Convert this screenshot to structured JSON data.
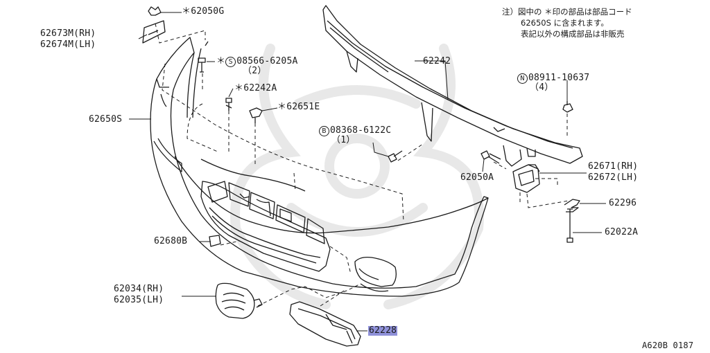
{
  "note": {
    "lines": [
      "注）図中の ＊印の部品は部品コード",
      "62650S に含まれます。",
      "表記以外の構成部品は非販売"
    ]
  },
  "labels": [
    {
      "id": "p62050g",
      "text": "＊62050G"
    },
    {
      "id": "p62673m",
      "text": "62673M(RH)"
    },
    {
      "id": "p62674m",
      "text": "62674M(LH)"
    },
    {
      "id": "p08566",
      "prefix": "＊",
      "circle": "S",
      "text": "08566-6205A"
    },
    {
      "id": "p08566q",
      "text": "（2）"
    },
    {
      "id": "p62242a",
      "text": "＊62242A"
    },
    {
      "id": "p62651e",
      "text": "＊62651E"
    },
    {
      "id": "p62650s",
      "text": "62650S"
    },
    {
      "id": "p08368",
      "circle": "B",
      "text": "08368-6122C"
    },
    {
      "id": "p08368q",
      "text": "（1）"
    },
    {
      "id": "p62242",
      "text": "62242"
    },
    {
      "id": "p08911",
      "circle": "N",
      "text": "08911-10637"
    },
    {
      "id": "p08911q",
      "text": "（4）"
    },
    {
      "id": "p62050a",
      "text": "62050A"
    },
    {
      "id": "p62671",
      "text": "62671(RH)"
    },
    {
      "id": "p62672",
      "text": "62672(LH)"
    },
    {
      "id": "p62296",
      "text": "62296"
    },
    {
      "id": "p62022a",
      "text": "62022A"
    },
    {
      "id": "p62680b",
      "text": "62680B"
    },
    {
      "id": "p62034",
      "text": "62034(RH)"
    },
    {
      "id": "p62035",
      "text": "62035(LH)"
    },
    {
      "id": "p62228",
      "text": "62228"
    },
    {
      "id": "ref",
      "text": "A620B 0187"
    }
  ],
  "colors": {
    "line": "#1a1a1a",
    "highlight": "#8f91d9",
    "watermark": "#e6e6e6"
  }
}
